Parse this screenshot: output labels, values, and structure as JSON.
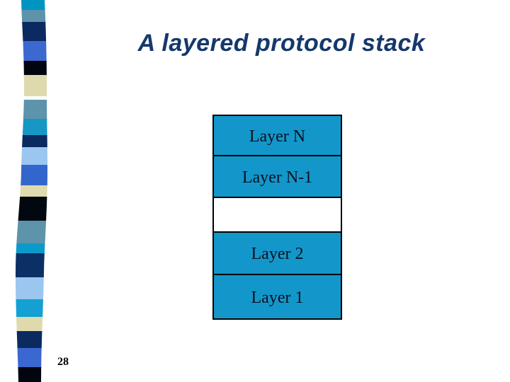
{
  "slide": {
    "title": "A layered protocol stack",
    "page_number": "28"
  },
  "colors": {
    "title_text": "#16386B",
    "layer_fill": "#1397CA",
    "layer_border": "#000000",
    "label_text": "#0a1020",
    "background": "#FFFFFF"
  },
  "stack": {
    "layers": [
      {
        "label": "Layer N",
        "fill": "#1397CA"
      },
      {
        "label": "Layer N-1",
        "fill": "#1397CA"
      },
      {
        "label": "",
        "fill": "#FFFFFF"
      },
      {
        "label": "Layer 2",
        "fill": "#1397CA"
      },
      {
        "label": "Layer 1",
        "fill": "#1397CA"
      }
    ]
  },
  "ribbon": {
    "name": "decorative-left-ribbon",
    "segments": [
      {
        "from": 0,
        "to": 14,
        "color": "#0095C1"
      },
      {
        "from": 14,
        "to": 31,
        "color": "#5D93AB"
      },
      {
        "from": 31,
        "to": 58,
        "color": "#0B2A60"
      },
      {
        "from": 58,
        "to": 86,
        "color": "#3C69D0"
      },
      {
        "from": 86,
        "to": 106,
        "color": "#010510"
      },
      {
        "from": 106,
        "to": 136,
        "color": "#DEDAAE"
      },
      {
        "from": 136,
        "to": 141,
        "color": "#FDFDFB"
      },
      {
        "from": 141,
        "to": 168,
        "color": "#5D93AB"
      },
      {
        "from": 168,
        "to": 191,
        "color": "#1697C4"
      },
      {
        "from": 191,
        "to": 208,
        "color": "#0B2A60"
      },
      {
        "from": 208,
        "to": 233,
        "color": "#9AC6F0"
      },
      {
        "from": 233,
        "to": 262,
        "color": "#3366CC"
      },
      {
        "from": 262,
        "to": 278,
        "color": "#DEDAAE"
      },
      {
        "from": 278,
        "to": 312,
        "color": "#020810"
      },
      {
        "from": 312,
        "to": 344,
        "color": "#5D93AB"
      },
      {
        "from": 344,
        "to": 358,
        "color": "#0C9ACA"
      },
      {
        "from": 358,
        "to": 392,
        "color": "#0B3066"
      },
      {
        "from": 392,
        "to": 423,
        "color": "#9AC6F0"
      },
      {
        "from": 423,
        "to": 448,
        "color": "#14A0D2"
      },
      {
        "from": 448,
        "to": 468,
        "color": "#DEDAAE"
      },
      {
        "from": 468,
        "to": 492,
        "color": "#0B2A60"
      },
      {
        "from": 492,
        "to": 519,
        "color": "#3B68D0"
      },
      {
        "from": 519,
        "to": 540,
        "color": "#010510"
      }
    ]
  }
}
